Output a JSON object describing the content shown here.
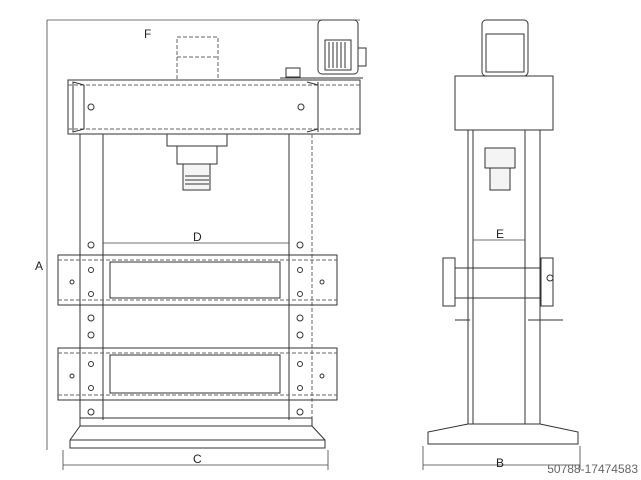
{
  "drawing": {
    "title": "Hydraulic press dimension drawing",
    "labels": {
      "A": "A",
      "B": "B",
      "C": "C",
      "D": "D",
      "E": "E",
      "F": "F"
    },
    "watermark": "50788-17474583"
  }
}
